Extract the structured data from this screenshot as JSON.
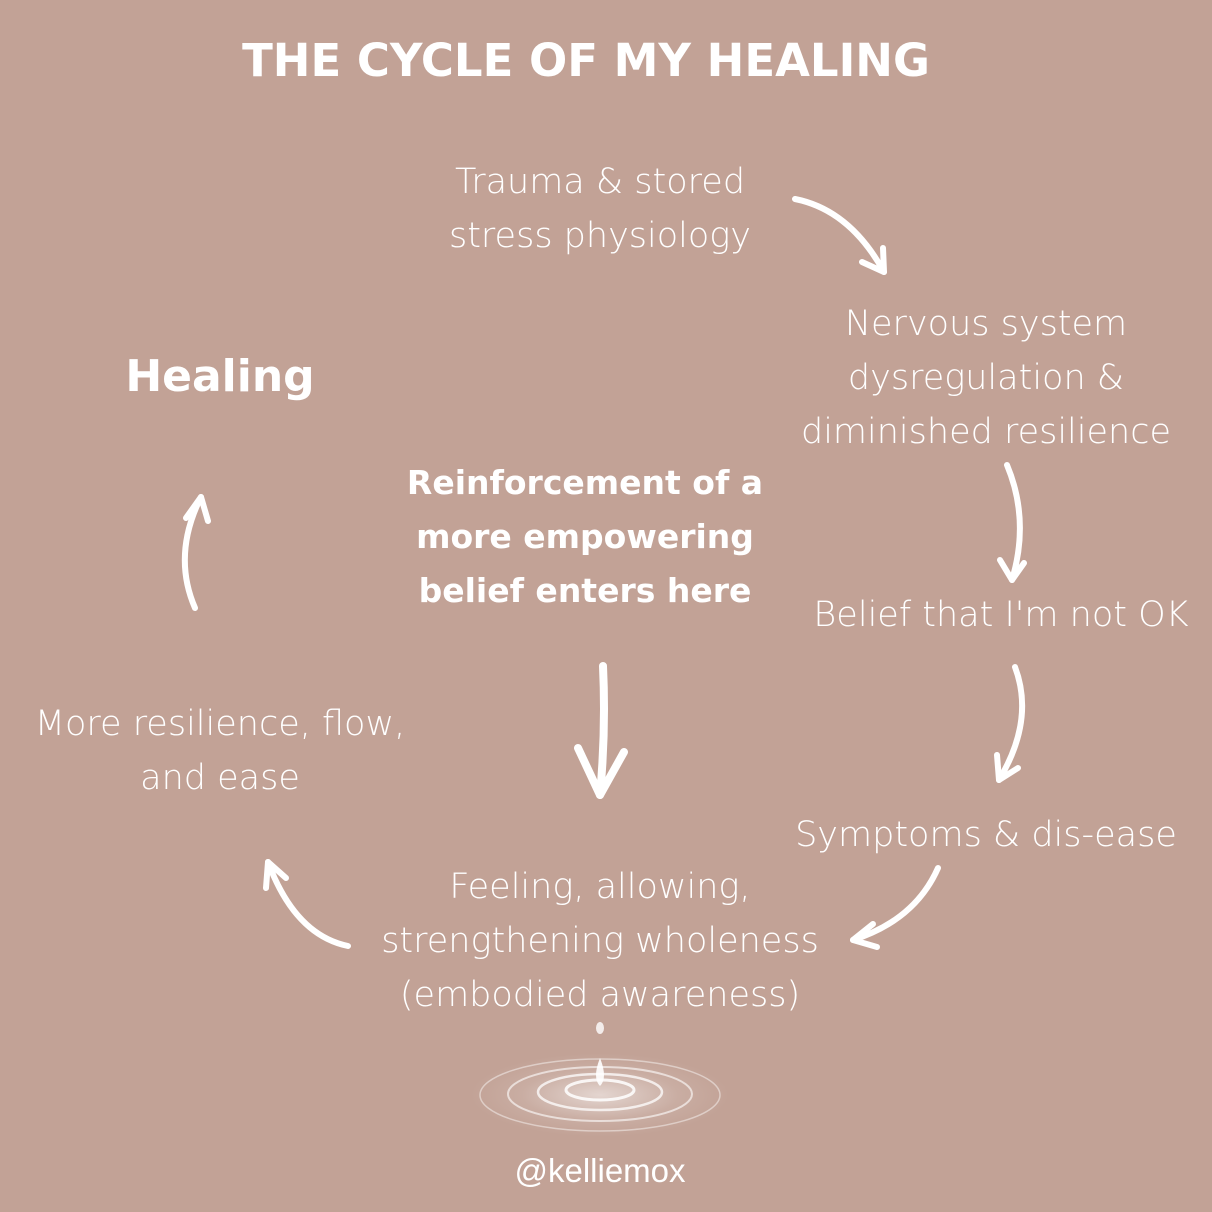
{
  "title": "THE CYCLE OF MY HEALING",
  "nodes": {
    "trauma": "Trauma & stored\nstress physiology",
    "nervous": "Nervous system\ndysregulation &\ndiminished resilience",
    "belief": "Belief that I'm not OK",
    "symptoms": "Symptoms & dis-ease",
    "feeling": "Feeling, allowing,\nstrengthening wholeness\n(embodied awareness)",
    "resilience": "More resilience, flow,\nand ease",
    "healing": "Healing",
    "reinforcement": "Reinforcement of a\nmore empowering\nbelief enters here"
  },
  "handle": "@kelliemox",
  "colors": {
    "background": "#c2a296",
    "foreground": "#ffffff"
  },
  "icons": {
    "arrows": "curved-arrow-icon",
    "droplet": "water-droplet-ripple-icon"
  }
}
